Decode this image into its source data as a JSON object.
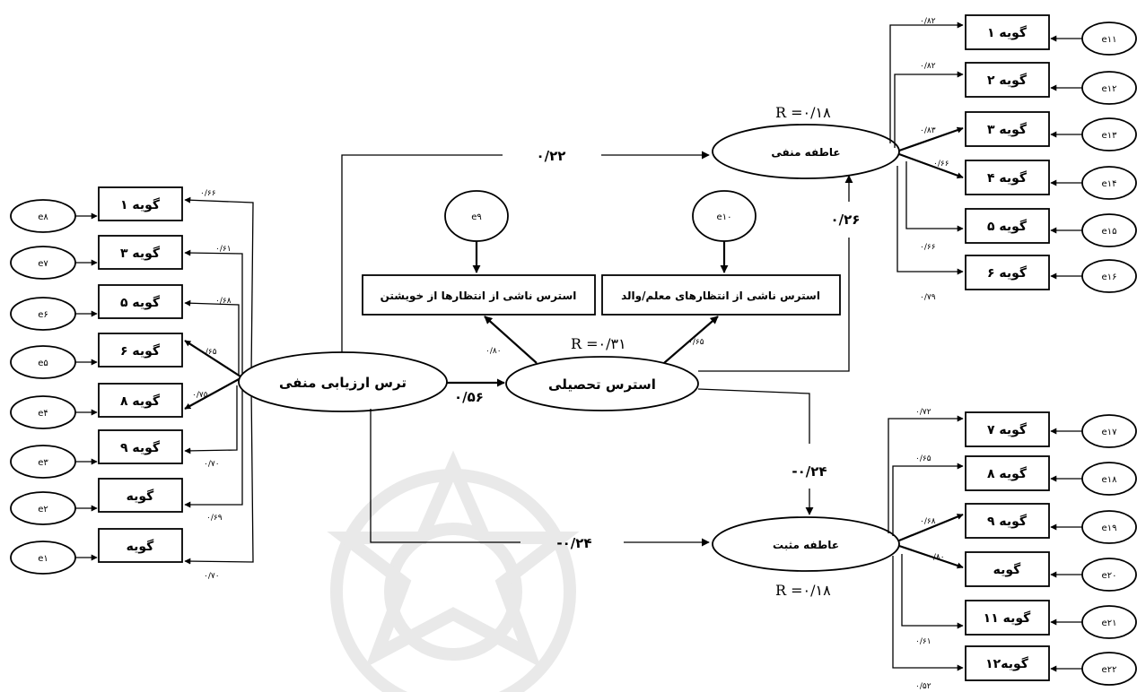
{
  "latents": {
    "neg_eval_fear": "ترس ارزیابی منفی",
    "academic_stress": "استرس تحصیلی",
    "negative_affect": "عاطفه منفی",
    "positive_affect": "عاطفه مثبت"
  },
  "stress_boxes": {
    "self_expectation": "استرس ناشی از انتظارها از خویشتن",
    "teacher_parent": "استرس ناشی از انتظارهای معلم/والد"
  },
  "errors": {
    "e9": "e۹",
    "e10": "e۱۰",
    "left": [
      "e۸",
      "e۷",
      "e۶",
      "e۵",
      "e۴",
      "e۳",
      "e۲",
      "e۱"
    ],
    "top_right": [
      "e۱۱",
      "e۱۲",
      "e۱۳",
      "e۱۴",
      "e۱۵",
      "e۱۶"
    ],
    "bottom_right": [
      "e۱۷",
      "e۱۸",
      "e۱۹",
      "e۲۰",
      "e۲۱",
      "e۲۲"
    ]
  },
  "items": {
    "left": [
      "گویه ۱",
      "گویه ۳",
      "گویه ۵",
      "گویه ۶",
      "گویه ۸",
      "گویه ۹",
      "گویه",
      "گویه"
    ],
    "top_right": [
      "گویه ۱",
      "گویه ۲",
      "گویه ۳",
      "گویه ۴",
      "گویه ۵",
      "گویه ۶"
    ],
    "bottom_right": [
      "گویه ۷",
      "گویه ۸",
      "گویه ۹",
      "گویه",
      "گویه ۱۱",
      "گویه۱۲"
    ]
  },
  "loadings": {
    "left": [
      "۰/۶۶",
      "۰/۶۱",
      "۰/۶۸",
      "۰/۶۵",
      "۰/۷۵",
      "۰/۷۰",
      "۰/۶۹",
      "۰/۷۰"
    ],
    "top_right": [
      "۰/۸۲",
      "۰/۸۲",
      "۰/۸۳",
      "۰/۶۶",
      "۰/۶۶",
      "۰/۷۹"
    ],
    "bottom_right": [
      "۰/۷۲",
      "۰/۶۵",
      "۰/۶۸",
      "۰/۸۰",
      "۰/۶۱",
      "۰/۵۲"
    ],
    "self_expectation": "۰/۸۰",
    "teacher_parent": "۰/۶۵"
  },
  "paths": {
    "fear_to_negative": "۰/۲۲",
    "stress_to_negative": "۰/۲۶",
    "fear_to_stress": "۰/۵۶",
    "stress_to_positive": "-۰/۲۴",
    "fear_to_positive": "-۰/۲۴"
  },
  "r_squared": {
    "negative": "R =۰/۱۸",
    "stress": "R =۰/۳۱",
    "positive": "R =۰/۱۸"
  }
}
